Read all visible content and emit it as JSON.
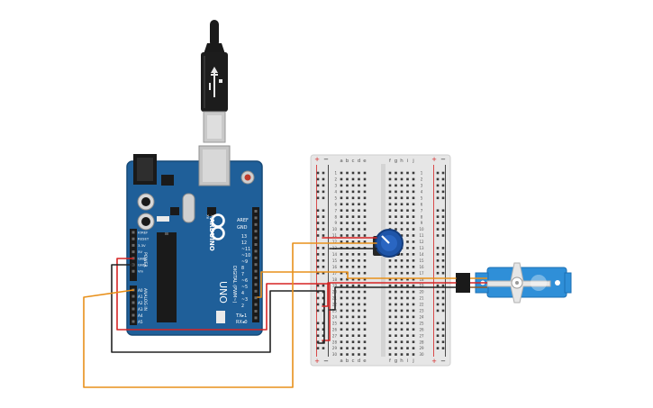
{
  "colors": {
    "board": "#1f5f99",
    "board_edge": "#174a78",
    "header": "#1a1a1a",
    "breadboard": "#e6e6e6",
    "wire_red": "#d62424",
    "wire_black": "#222222",
    "wire_orange": "#e8901a",
    "servo": "#2f8fd8",
    "pot": "#1f55a8"
  },
  "icons": {
    "usb": "usb-cable-icon",
    "logo": "arduino-infinity-logo-icon"
  },
  "board": {
    "brand": "ARDUINO",
    "model": "UNO",
    "digital_label": "DIGITAL (PWM~)",
    "power_label": "POWER",
    "analog_label": "ANALOG IN",
    "aref": "AREF",
    "gnd": "GND",
    "tx": "TX▸1",
    "rx": "RX◂0",
    "left_pins": [
      "IOREF",
      "RESET",
      "3.3V",
      "5V",
      "GND",
      "GND",
      "Vin"
    ],
    "analog_pins": [
      "A0",
      "A1",
      "A2",
      "A3",
      "A4",
      "A5"
    ],
    "digital_pins": [
      "13",
      "12",
      "~11",
      "~10",
      "~9",
      "8",
      "7",
      "~6",
      "~5",
      "4",
      "~3",
      "2"
    ],
    "icsp_labels": [
      "RX",
      "TX"
    ]
  },
  "breadboard": {
    "columns_left": [
      "a",
      "b",
      "c",
      "d",
      "e"
    ],
    "columns_right": [
      "f",
      "g",
      "h",
      "i",
      "j"
    ],
    "rows": [
      "1",
      "2",
      "3",
      "4",
      "5",
      "6",
      "7",
      "8",
      "9",
      "10",
      "11",
      "12",
      "13",
      "14",
      "15",
      "16",
      "17",
      "18",
      "19",
      "20",
      "21",
      "22",
      "23",
      "24",
      "25",
      "26",
      "27",
      "28",
      "29",
      "30"
    ],
    "rail_plus": "+",
    "rail_minus": "−"
  }
}
